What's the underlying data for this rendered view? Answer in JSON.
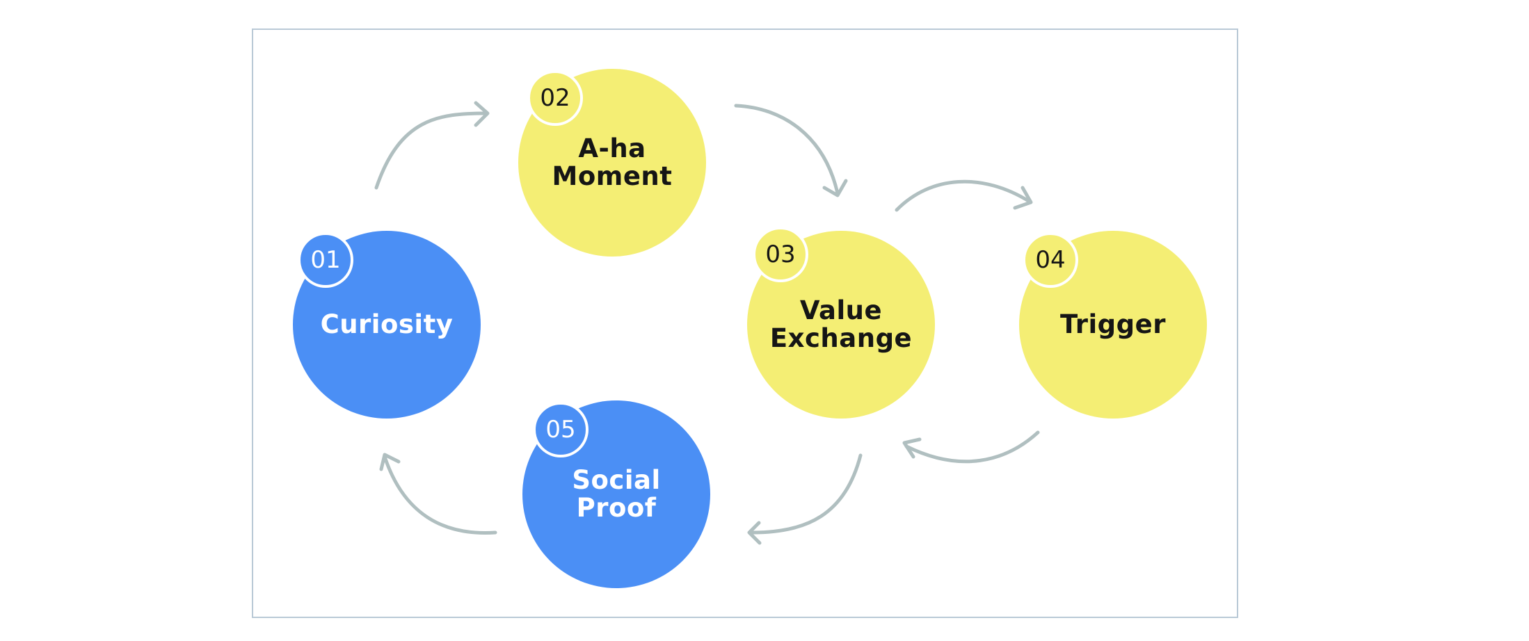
{
  "colors": {
    "blue": "#4b8ff5",
    "yellow": "#f4ee74",
    "arrow": "#b0bfc0",
    "frame": "#b9c9d6"
  },
  "steps": [
    {
      "number": "01",
      "label_lines": [
        "Curiosity"
      ],
      "color": "blue"
    },
    {
      "number": "02",
      "label_lines": [
        "A-ha",
        "Moment"
      ],
      "color": "yellow"
    },
    {
      "number": "03",
      "label_lines": [
        "Value",
        "Exchange"
      ],
      "color": "yellow"
    },
    {
      "number": "04",
      "label_lines": [
        "Trigger"
      ],
      "color": "yellow"
    },
    {
      "number": "05",
      "label_lines": [
        "Social",
        "Proof"
      ],
      "color": "blue"
    }
  ]
}
